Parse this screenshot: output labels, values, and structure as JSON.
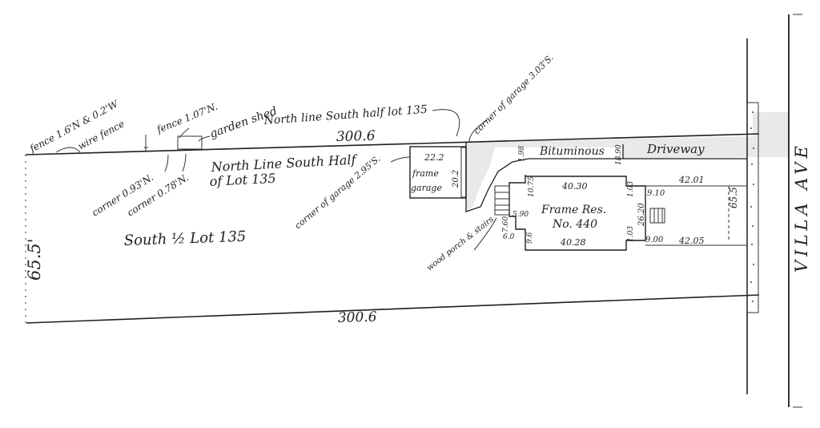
{
  "street": {
    "name": "VILLA AVE"
  },
  "lot": {
    "north_length": "300.6",
    "south_length": "300.6",
    "width": "65.5'",
    "east_width": "65.5",
    "parcel_label": "South ½ Lot 135",
    "north_line_label_upper": "North line South half lot 135",
    "north_line_label_lower_1": "North Line South Half",
    "north_line_label_lower_2": "of Lot 135"
  },
  "notes": {
    "fence_west_1": "fence 1.6'N & 0.2'W",
    "fence_west_2": "wire fence",
    "fence_mid": "fence 1.07'N.",
    "garden_shed": "garden shed",
    "corner_1": "corner 0.93'N.",
    "corner_2": "corner 0.78'N.",
    "corner_garage_west": "corner of garage 2.95'S.",
    "corner_garage_north": "corner of garage 3.03'S.",
    "porch": "wood porch & stairs"
  },
  "garage": {
    "label_1": "frame",
    "label_2": "garage",
    "width": "22.2",
    "depth": "20.2"
  },
  "residence": {
    "label_1": "Frame Res.",
    "label_2": "No. 440",
    "north_length": "40.30",
    "south_length": "40.28",
    "dim_1": "10.75",
    "dim_2": "5.90",
    "dim_3": "7.60",
    "dim_4": "9.6",
    "dim_5": "6.0",
    "dim_6": "1.03",
    "dim_7": "1.03",
    "dim_8": "9.10",
    "dim_9": "9.00",
    "dim_10": "26.20",
    "dim_11": "1.98",
    "dim_12": "18.90"
  },
  "driveway": {
    "label_1": "Bituminous",
    "label_2": "Driveway"
  },
  "setbacks": {
    "north": "42.01",
    "south": "42.05"
  }
}
